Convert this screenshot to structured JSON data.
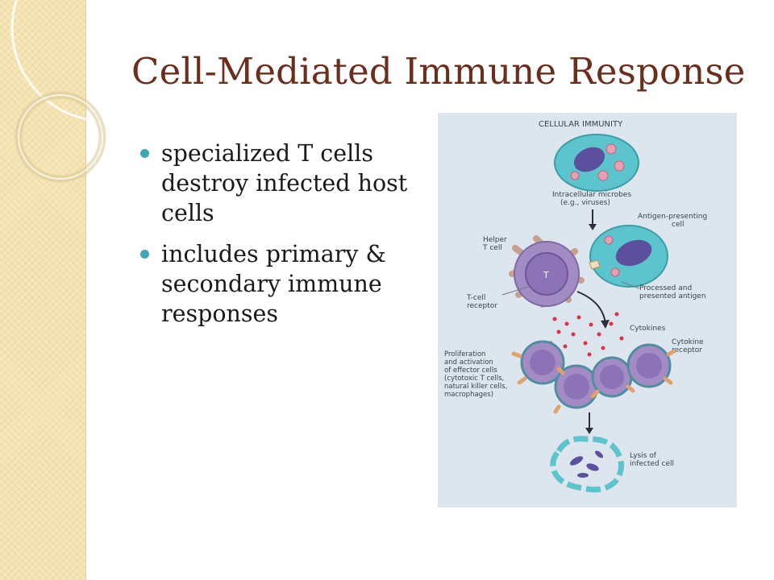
{
  "slide": {
    "title": "Cell-Mediated Immune Response",
    "bullets": [
      "specialized T cells destroy infected host cells",
      "includes primary & secondary immune responses"
    ]
  },
  "figure": {
    "heading": "CELLULAR IMMUNITY",
    "labels": {
      "microbes": [
        "Intracellular microbes",
        "(e.g., viruses)"
      ],
      "apc": [
        "Antigen-presenting",
        "cell"
      ],
      "helper": [
        "Helper",
        "T cell"
      ],
      "receptor": [
        "T-cell",
        "receptor"
      ],
      "processed": [
        "Processed and",
        "presented antigen"
      ],
      "cytokines": "Cytokines",
      "cytokine_receptor": [
        "Cytokine",
        "receptor"
      ],
      "proliferation": [
        "Proliferation",
        "and activation",
        "of effector cells",
        "(cytotoxic T cells,",
        "natural killer cells,",
        "macrophages)"
      ],
      "lysis": [
        "Lysis of",
        "infected cell"
      ]
    }
  },
  "colors": {
    "title": "#6b2d1c",
    "bullet": "#3ea7b5",
    "band": "#f6e6b8",
    "figure_bg": "#dde6ee",
    "cell_teal": "#5cc4cc",
    "tcell_purple": "#a38cc4",
    "cytokine_red": "#d8344c"
  }
}
